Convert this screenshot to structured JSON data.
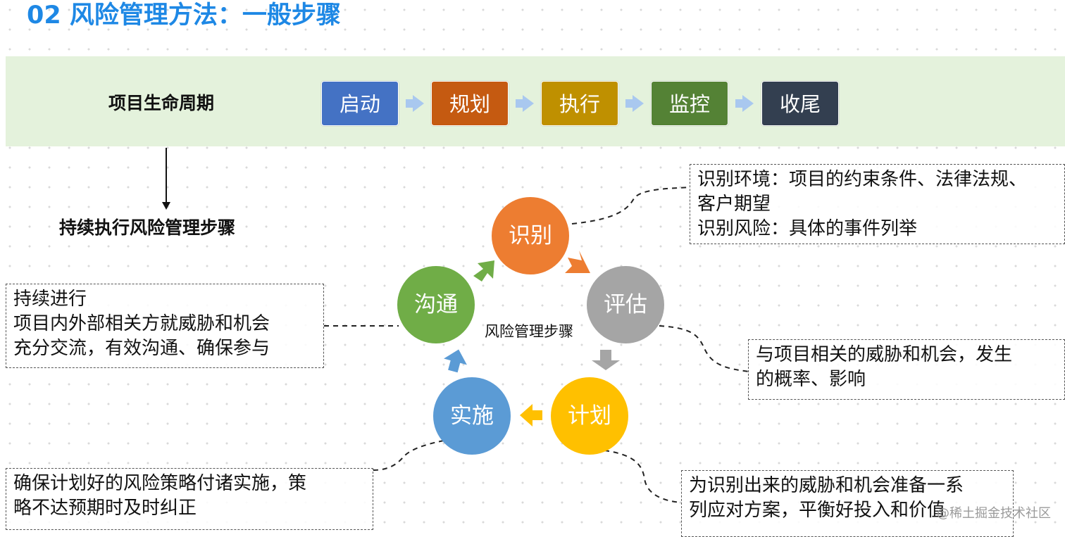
{
  "title": "02 风险管理方法：一般步骤",
  "lifecycle": {
    "label": "项目生命周期",
    "phases": [
      {
        "label": "启动",
        "color": "#4472c4"
      },
      {
        "label": "规划",
        "color": "#c55a11"
      },
      {
        "label": "执行",
        "color": "#bf9000"
      },
      {
        "label": "监控",
        "color": "#548235"
      },
      {
        "label": "收尾",
        "color": "#333f50"
      }
    ],
    "band_color": "#e4f2dc",
    "arrow_color": "#a9c8ef"
  },
  "continuous_label": "持续执行风险管理步骤",
  "cycle": {
    "center_label": "风险管理步骤",
    "steps": {
      "identify": {
        "label": "识别",
        "color": "#ed7d31"
      },
      "assess": {
        "label": "评估",
        "color": "#a5a5a5"
      },
      "plan": {
        "label": "计划",
        "color": "#ffc000"
      },
      "implement": {
        "label": "实施",
        "color": "#5b9bd5"
      },
      "communicate": {
        "label": "沟通",
        "color": "#70ad47"
      }
    }
  },
  "notes": {
    "identify": [
      "识别环境：项目的约束条件、法律法规、",
      "客户期望",
      "识别风险：具体的事件列举"
    ],
    "assess": [
      "与项目相关的威胁和机会，发生",
      "的概率、影响"
    ],
    "plan": [
      "为识别出来的威胁和机会准备一系",
      "列应对方案，平衡好投入和价值"
    ],
    "implement": [
      "确保计划好的风险策略付诸实施，策",
      "略不达预期时及时纠正"
    ],
    "communicate": [
      "持续进行",
      "项目内外部相关方就威胁和机会",
      "充分交流，有效沟通、确保参与"
    ]
  },
  "watermark": "@稀土掘金技术社区",
  "title_color": "#1e88e5"
}
